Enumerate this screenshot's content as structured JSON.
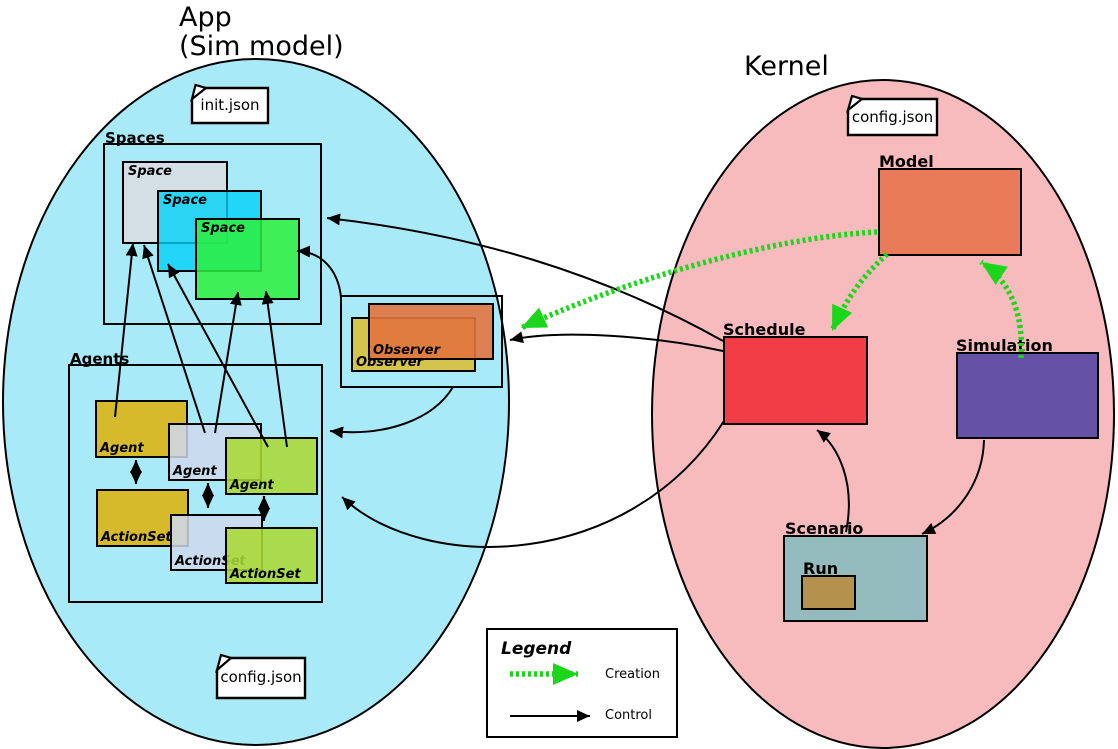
{
  "app": {
    "title_line1": "App",
    "title_line2": "(Sim model)",
    "init_file": "init.json",
    "config_file": "config.json",
    "spaces": {
      "label": "Spaces",
      "items": [
        "Space",
        "Space",
        "Space"
      ]
    },
    "agents": {
      "label": "Agents",
      "agent_labels": [
        "Agent",
        "Agent",
        "Agent"
      ],
      "actionset_labels": [
        "ActionSet",
        "ActionSet",
        "ActionSet"
      ]
    },
    "observers": {
      "labels": [
        "Observer",
        "Observer"
      ]
    }
  },
  "kernel": {
    "title": "Kernel",
    "config_file": "config.json",
    "boxes": {
      "model": "Model",
      "schedule": "Schedule",
      "simulation": "Simulation",
      "scenario": "Scenario",
      "run": "Run"
    }
  },
  "legend": {
    "title": "Legend",
    "items": [
      {
        "label": "Creation",
        "arrow": "green-dashed"
      },
      {
        "label": "Control",
        "arrow": "black-solid"
      }
    ]
  },
  "colors": {
    "app_ellipse": "#a9eaf8",
    "kernel_ellipse": "#f7babd",
    "space_gray": "#d3dfe4",
    "space_cyan": "#00d1f6",
    "space_green": "#2cf03c",
    "agent_mustard": "#d6ba2b",
    "agent_lavender": "#ced8ed",
    "agent_yellowgreen": "#a9d834",
    "observer_orange": "#e2743e",
    "observer_yellow": "#d4c44e",
    "model": "#e87c58",
    "schedule": "#f23c46",
    "simulation": "#6552a6",
    "scenario": "#94bbbe",
    "run": "#b5914e",
    "creation_green": "#1bd61b",
    "control_black": "#000000"
  }
}
